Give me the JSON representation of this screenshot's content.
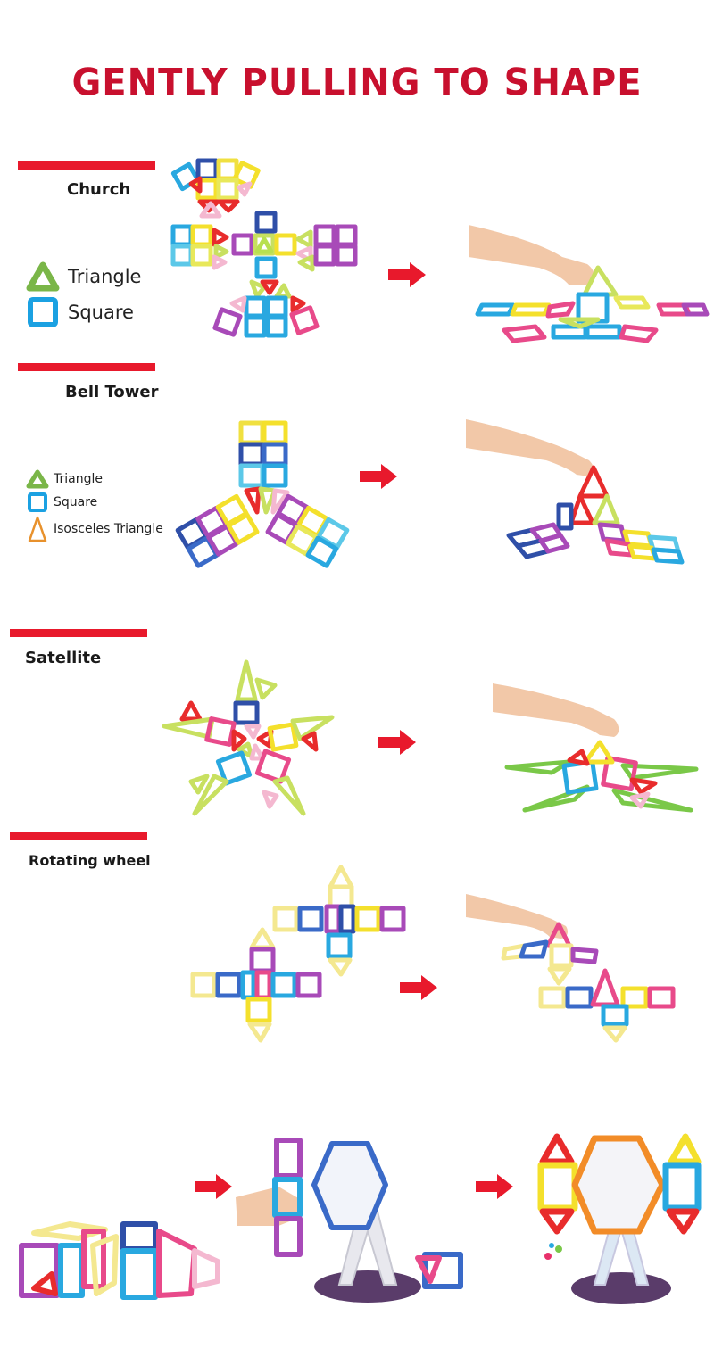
{
  "title": "GENTLY PULLING TO SHAPE",
  "colors": {
    "title_red": "#c8102e",
    "bar_red": "#e8192c",
    "arrow_red": "#e8192c",
    "triangle_green": "#7ab648",
    "square_blue": "#1ba1e2",
    "isosceles_orange": "#e8912c"
  },
  "sections": [
    {
      "name": "Church",
      "legend": [
        {
          "icon": "triangle-icon",
          "label": "Triangle"
        },
        {
          "icon": "square-icon",
          "label": "Square"
        }
      ]
    },
    {
      "name": "Bell Tower",
      "legend": [
        {
          "icon": "triangle-icon",
          "label": "Triangle"
        },
        {
          "icon": "square-icon",
          "label": "Square"
        },
        {
          "icon": "isosceles-triangle-icon",
          "label": "Isosceles Triangle"
        }
      ]
    },
    {
      "name": "Satellite"
    },
    {
      "name": "Rotating wheel"
    }
  ],
  "images": {
    "church_flat": "church-flat-layout-image",
    "church_lifted": "church-lifted-photo",
    "bell_flat": "bell-tower-flat-layout-image",
    "bell_lifted": "bell-tower-lifted-photo",
    "satellite_flat": "satellite-flat-layout-image",
    "satellite_lifted": "satellite-lifted-photo",
    "wheel_flat": "rotating-wheel-flat-layout-image",
    "wheel_lifted": "rotating-wheel-lifted-photo",
    "wheel_parts": "wheel-folded-parts-photo",
    "wheel_assembly": "wheel-assembly-photo",
    "wheel_complete": "wheel-complete-photo"
  }
}
